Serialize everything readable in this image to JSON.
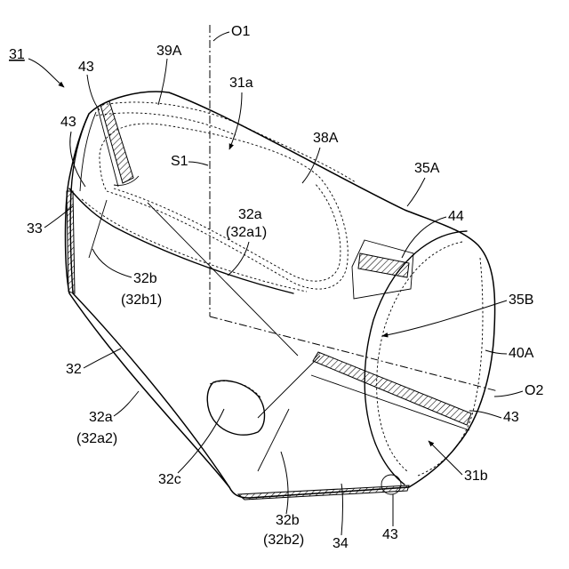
{
  "labels": {
    "fig_ref": "31",
    "o1": "O1",
    "l43_top": "43",
    "l39a": "39A",
    "l31a": "31a",
    "l43_left": "43",
    "l38a": "38A",
    "s1": "S1",
    "l35a": "35A",
    "l33": "33",
    "l32a_top": "32a",
    "l32a1": "(32a1)",
    "l44": "44",
    "l32b_top": "32b",
    "l32b1": "(32b1)",
    "l35b": "35B",
    "l40a": "40A",
    "l32": "32",
    "o2": "O2",
    "l43_right": "43",
    "l32a_bot": "32a",
    "l32a2": "(32a2)",
    "l31b": "31b",
    "l32c": "32c",
    "l32b_bot": "32b",
    "l32b2": "(32b2)",
    "l34": "34",
    "l43_bottom": "43"
  }
}
